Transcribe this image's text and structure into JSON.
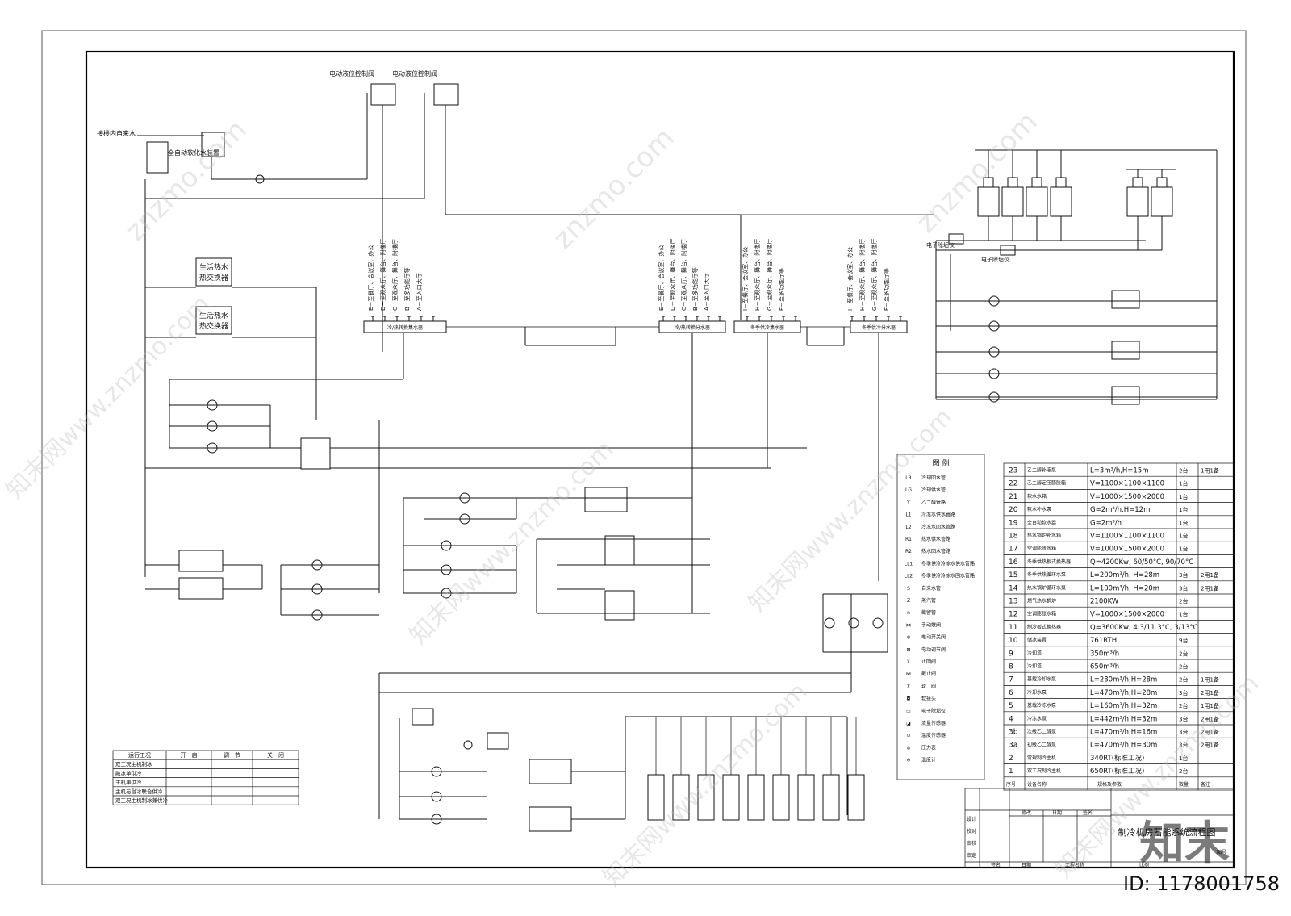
{
  "drawing": {
    "title": "制冷机房蓄能系统流程图",
    "supply_label": "接楼内自来水",
    "softener_label": "全自动软化水装置",
    "valve_label_1": "电动液位控制阀",
    "valve_label_2": "电动液位控制阀",
    "hx_label_1": "生活热水热交换器",
    "hx_label_2": "生活热水热交换器",
    "meter_label_1": "电子除垢仪",
    "meter_label_2": "电子除垢仪"
  },
  "headers": [
    {
      "name": "冷/热转换集水器",
      "branches": [
        "E－至餐厅、会议室、办公",
        "D－至观众厅、舞台、附楼厅",
        "C－至观众厅、舞台、附楼厅",
        "B－至多功能厅等",
        "A－至入口大厅"
      ]
    },
    {
      "name": "冷/热转换分水器",
      "branches": [
        "E－至餐厅、会议室、办公",
        "D－至观众厅、舞台、附楼厅",
        "C－至观众厅、舞台、附楼厅",
        "B－至多功能厅等",
        "A－至入口大厅"
      ]
    },
    {
      "name": "冬季供冷集水器",
      "branches": [
        "I－至餐厅、会议室、办公",
        "H－至观众厅、舞台、附楼厅",
        "G－至观众厅、舞台、附楼厅",
        "F－至多功能厅等"
      ]
    },
    {
      "name": "冬季供冷分水器",
      "branches": [
        "I－至餐厅、会议室、办公",
        "H－至观众厅、舞台、附楼厅",
        "G－至观众厅、舞台、附楼厅",
        "F－至多功能厅等"
      ]
    }
  ],
  "legend": {
    "title": "图 例",
    "items": [
      {
        "sym": "LR",
        "label": "冷却回水管"
      },
      {
        "sym": "LG",
        "label": "冷却供水管"
      },
      {
        "sym": "Y",
        "label": "乙二醇管路"
      },
      {
        "sym": "L1",
        "label": "冷冻水供水管路"
      },
      {
        "sym": "L2",
        "label": "冷冻水回水管路"
      },
      {
        "sym": "R1",
        "label": "热水供水管路"
      },
      {
        "sym": "R2",
        "label": "热水回水管路"
      },
      {
        "sym": "LL1",
        "label": "冬季供冷冷冻水供水管路"
      },
      {
        "sym": "LL2",
        "label": "冬季供冷冷冻水回水管路"
      },
      {
        "sym": "S",
        "label": "自来水管"
      },
      {
        "sym": "Z",
        "label": "蒸汽管"
      },
      {
        "sym": "n",
        "label": "截留管"
      },
      {
        "sym": "⋈",
        "label": "手动蝶阀"
      },
      {
        "sym": "⊗",
        "label": "电动开关阀"
      },
      {
        "sym": "⊠",
        "label": "电动调节阀"
      },
      {
        "sym": "⊻",
        "label": "止回阀"
      },
      {
        "sym": "⋈",
        "label": "截止阀"
      },
      {
        "sym": "⊼",
        "label": "球　阀"
      },
      {
        "sym": "◘",
        "label": "软接头"
      },
      {
        "sym": "▭",
        "label": "电子除垢仪"
      },
      {
        "sym": "◪",
        "label": "流量传感器"
      },
      {
        "sym": "⊙",
        "label": "温度传感器"
      },
      {
        "sym": "⊘",
        "label": "压力表"
      },
      {
        "sym": "⊖",
        "label": "温度计"
      }
    ]
  },
  "equipment": {
    "rows": [
      {
        "no": "23",
        "name": "乙二醇补液泵",
        "spec": "L=3m³/h,H=15m",
        "qty": "2台",
        "note": "1用1备"
      },
      {
        "no": "22",
        "name": "乙二醇定压膨胀箱",
        "spec": "V=1100×1100×1100",
        "qty": "1台",
        "note": ""
      },
      {
        "no": "21",
        "name": "软水水箱",
        "spec": "V=1000×1500×2000",
        "qty": "1台",
        "note": ""
      },
      {
        "no": "20",
        "name": "软水补水泵",
        "spec": "G=2m³/h,H=12m",
        "qty": "1台",
        "note": ""
      },
      {
        "no": "19",
        "name": "全自动软水器",
        "spec": "G=2m³/h",
        "qty": "1台",
        "note": ""
      },
      {
        "no": "18",
        "name": "热水锅炉补水箱",
        "spec": "V=1100×1100×1100",
        "qty": "1台",
        "note": ""
      },
      {
        "no": "17",
        "name": "空调膨胀水箱",
        "spec": "V=1000×1500×2000",
        "qty": "1台",
        "note": ""
      },
      {
        "no": "16",
        "name": "冬季供热板式换热器",
        "spec": "Q=4200Kw, 60/50°C, 90/70°C",
        "qty": "",
        "note": ""
      },
      {
        "no": "15",
        "name": "冬季供热循环水泵",
        "spec": "L=200m³/h, H=28m",
        "qty": "3台",
        "note": "2用1备"
      },
      {
        "no": "14",
        "name": "热水锅炉循环水泵",
        "spec": "L=100m³/h, H=20m",
        "qty": "3台",
        "note": "2用1备"
      },
      {
        "no": "13",
        "name": "燃气热水锅炉",
        "spec": "2100KW",
        "qty": "2台",
        "note": ""
      },
      {
        "no": "12",
        "name": "空调膨胀水箱",
        "spec": "V=1000×1500×2000",
        "qty": "1台",
        "note": ""
      },
      {
        "no": "11",
        "name": "制冷板式换热器",
        "spec": "Q=3600Kw, 4.3/11.3°C, 3/13°C",
        "qty": "",
        "note": ""
      },
      {
        "no": "10",
        "name": "储冰装置",
        "spec": "761RTH",
        "qty": "9台",
        "note": ""
      },
      {
        "no": "9",
        "name": "冷却塔",
        "spec": "350m³/h",
        "qty": "2台",
        "note": ""
      },
      {
        "no": "8",
        "name": "冷却塔",
        "spec": "650m³/h",
        "qty": "2台",
        "note": ""
      },
      {
        "no": "7",
        "name": "基载冷却水泵",
        "spec": "L=280m³/h,H=28m",
        "qty": "2台",
        "note": "1用1备"
      },
      {
        "no": "6",
        "name": "冷却水泵",
        "spec": "L=470m³/h,H=28m",
        "qty": "3台",
        "note": "2用1备"
      },
      {
        "no": "5",
        "name": "基载冷冻水泵",
        "spec": "L=160m³/h,H=32m",
        "qty": "2台",
        "note": "1用1备"
      },
      {
        "no": "4",
        "name": "冷冻水泵",
        "spec": "L=442m³/h,H=32m",
        "qty": "3台",
        "note": "2用1备"
      },
      {
        "no": "3b",
        "name": "次级乙二醇泵",
        "spec": "L=470m³/h,H=16m",
        "qty": "3台",
        "note": "2用1备"
      },
      {
        "no": "3a",
        "name": "初级乙二醇泵",
        "spec": "L=470m³/h,H=30m",
        "qty": "3台",
        "note": "2用1备"
      },
      {
        "no": "2",
        "name": "常规制冷主机",
        "spec": "340RT(标准工况)",
        "qty": "1台",
        "note": ""
      },
      {
        "no": "1",
        "name": "双工况制冷主机",
        "spec": "650RT(标准工况)",
        "qty": "2台",
        "note": ""
      }
    ],
    "footer": {
      "no": "序号",
      "name": "设备名称",
      "spec": "规格及参数",
      "qty": "数量",
      "note": "备注"
    }
  },
  "operation": {
    "headers": [
      "运行工况",
      "开　启",
      "调　节",
      "关　闭"
    ],
    "rows": [
      "双工况主机制冰",
      "融冰单供冷",
      "主机单供冷",
      "主机与融冰联合供冷",
      "双工况主机制冰兼供冷"
    ]
  },
  "title_block": {
    "left_labels": [
      "设计",
      "校对",
      "审核",
      "审定"
    ],
    "row_labels": [
      "修改",
      "日期",
      "签名"
    ],
    "bottom_labels": [
      "签名",
      "日期",
      "工程名称",
      "比例"
    ],
    "drawing_no_label": "图号"
  },
  "watermark": {
    "site": "znzmo.com",
    "brand": "知末网www.znzmo.com",
    "logo": "知末",
    "id": "ID: 1178001758"
  }
}
